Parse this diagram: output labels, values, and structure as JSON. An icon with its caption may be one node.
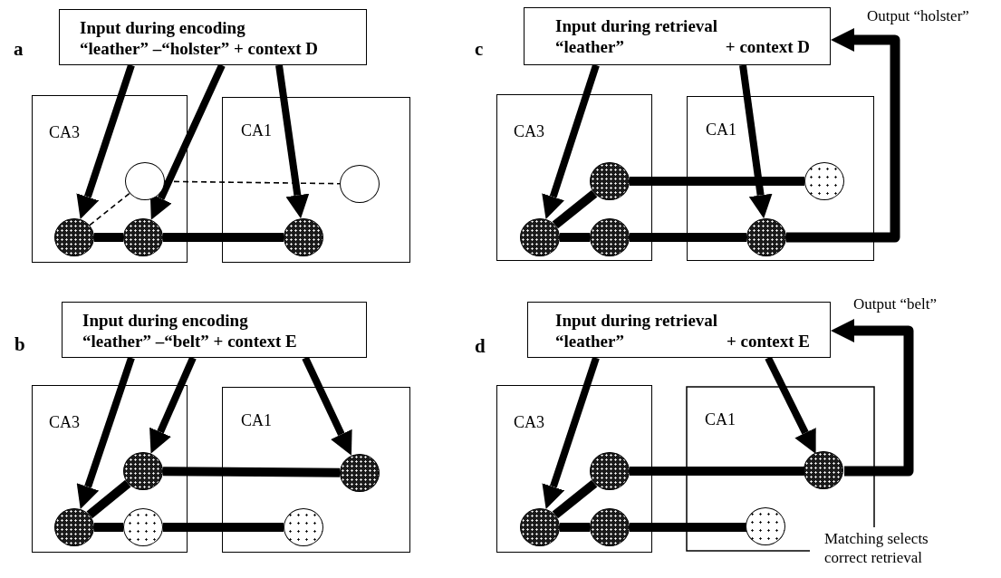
{
  "diagram": {
    "nodes": [
      {
        "text": [
          "Input during encoding",
          "“leather” –“holster” + context D"
        ]
      },
      {
        "text": [
          "CA3"
        ]
      },
      {
        "text": [],
        "shape": "circle",
        "in": 1
      },
      {
        "text": [],
        "shape": "circle",
        "in": 1
      },
      {
        "text": [],
        "shape": "circle",
        "in": 1
      },
      {
        "text": [
          "CA1"
        ]
      },
      {
        "text": [],
        "shape": "circle",
        "in": 5
      },
      {
        "text": [],
        "shape": "circle",
        "in": 5
      },
      {
        "text": [
          "Input during retrieval",
          "“leather”",
          "+ context D"
        ]
      },
      {
        "text": [
          "CA3"
        ]
      },
      {
        "text": [],
        "shape": "circle",
        "in": 9
      },
      {
        "text": [],
        "shape": "circle",
        "in": 9
      },
      {
        "text": [],
        "shape": "circle",
        "in": 9
      },
      {
        "text": [
          "CA1"
        ]
      },
      {
        "text": [],
        "shape": "circle",
        "in": 13
      },
      {
        "text": [],
        "shape": "circle",
        "in": 13
      },
      {
        "text": [
          "Input during encoding",
          "“leather” –“belt” + context E"
        ]
      },
      {
        "text": [
          "CA3"
        ]
      },
      {
        "text": [],
        "shape": "circle",
        "in": 17
      },
      {
        "text": [],
        "shape": "circle",
        "in": 17
      },
      {
        "text": [],
        "shape": "circle",
        "in": 17
      },
      {
        "text": [
          "CA1"
        ]
      },
      {
        "text": [],
        "shape": "circle",
        "in": 21
      },
      {
        "text": [],
        "shape": "circle",
        "in": 21
      },
      {
        "text": [
          "Input during retrieval",
          "“leather”",
          "+ context E"
        ]
      },
      {
        "text": [
          "CA3"
        ]
      },
      {
        "text": [],
        "shape": "circle",
        "in": 25
      },
      {
        "text": [],
        "shape": "circle",
        "in": 25
      },
      {
        "text": [],
        "shape": "circle",
        "in": 25
      },
      {
        "text": [
          "CA1"
        ]
      },
      {
        "text": [],
        "shape": "circle",
        "in": 29
      },
      {
        "text": [],
        "shape": "circle",
        "in": 29
      }
    ],
    "edges": [
      {
        "from": 0,
        "to": 2,
        "arrow": "to"
      },
      {
        "from": 0,
        "to": 3,
        "arrow": "to"
      },
      {
        "from": 0,
        "to": 6,
        "arrow": "to"
      },
      {
        "from": 2,
        "to": 3,
        "arrow": "none"
      },
      {
        "from": 3,
        "to": 6,
        "arrow": "none"
      },
      {
        "from": 2,
        "to": 4,
        "arrow": "none",
        "style": "dashed"
      },
      {
        "from": 4,
        "to": 7,
        "arrow": "none",
        "style": "dashed"
      },
      {
        "from": 8,
        "to": 10,
        "arrow": "to"
      },
      {
        "from": 8,
        "to": 14,
        "arrow": "to"
      },
      {
        "from": 10,
        "to": 11,
        "arrow": "none"
      },
      {
        "from": 11,
        "to": 15,
        "arrow": "none"
      },
      {
        "from": 10,
        "to": 12,
        "arrow": "none"
      },
      {
        "from": 12,
        "to": 14,
        "arrow": "none"
      },
      {
        "from": 14,
        "to": 8,
        "arrow": "to"
      },
      {
        "from": 16,
        "to": 18,
        "arrow": "to"
      },
      {
        "from": 16,
        "to": 19,
        "arrow": "to"
      },
      {
        "from": 16,
        "to": 23,
        "arrow": "to"
      },
      {
        "from": 18,
        "to": 19,
        "arrow": "none"
      },
      {
        "from": 19,
        "to": 23,
        "arrow": "none"
      },
      {
        "from": 18,
        "to": 20,
        "arrow": "none"
      },
      {
        "from": 20,
        "to": 22,
        "arrow": "none"
      },
      {
        "from": 24,
        "to": 26,
        "arrow": "to"
      },
      {
        "from": 24,
        "to": 31,
        "arrow": "to"
      },
      {
        "from": 26,
        "to": 27,
        "arrow": "none"
      },
      {
        "from": 27,
        "to": 31,
        "arrow": "none"
      },
      {
        "from": 26,
        "to": 28,
        "arrow": "none"
      },
      {
        "from": 28,
        "to": 30,
        "arrow": "none"
      },
      {
        "from": 31,
        "to": 24,
        "arrow": "to"
      }
    ],
    "labels": [
      "Output “holster”",
      "a",
      "c",
      "Output “belt”",
      "b",
      "d",
      "Matching selects correct retrieval"
    ]
  }
}
